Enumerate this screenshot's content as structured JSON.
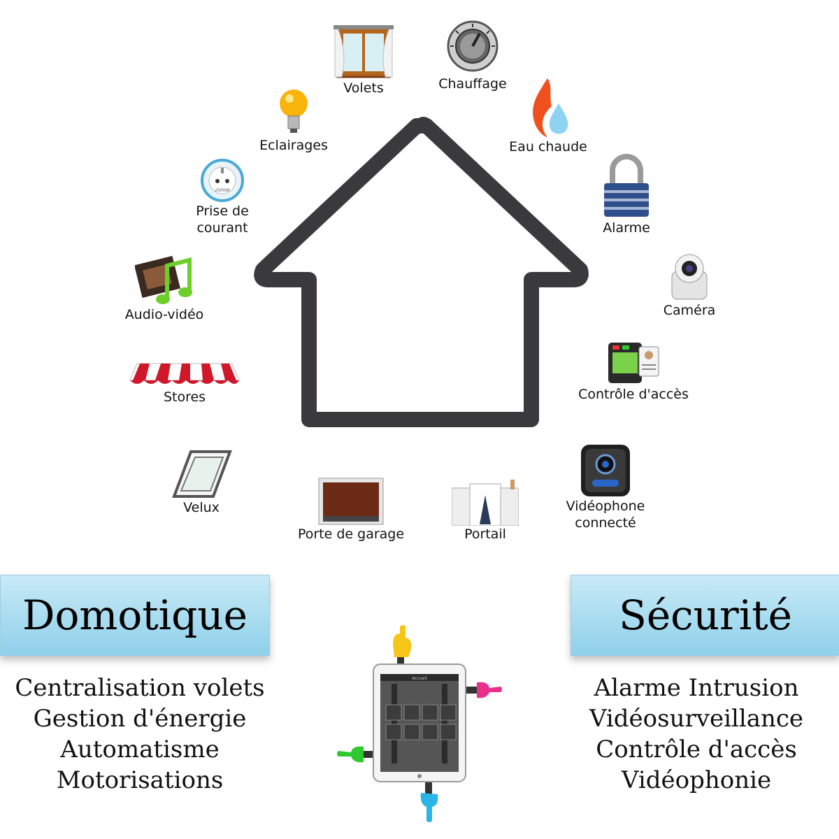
{
  "devices": {
    "volets": "Volets",
    "chauffage": "Chauffage",
    "eau_chaude": "Eau chaude",
    "eclairages": "Eclairages",
    "alarme": "Alarme",
    "prise": "Prise de\ncourant",
    "camera": "Caméra",
    "audio_video": "Audio-vidéo",
    "stores": "Stores",
    "controle_acces": "Contrôle d'accès",
    "velux": "Velux",
    "porte_garage": "Porte de garage",
    "portail": "Portail",
    "videophone": "Vidéophone\nconnecté"
  },
  "domotique": {
    "title": "Domotique",
    "items": [
      "Centralisation volets",
      "Gestion d'énergie",
      "Automatisme",
      "Motorisations"
    ]
  },
  "securite": {
    "title": "Sécurité",
    "items": [
      "Alarme Intrusion",
      "Vidéosurveillance",
      "Contrôle d'accès",
      "Vidéophonie"
    ]
  },
  "tablet": {
    "header": "Accueil",
    "socket_rating": "2500W"
  },
  "colors": {
    "house_stroke": "#3a3a3c",
    "panel_light": "#c8eaf6",
    "panel_dark": "#8fd0ea",
    "hand_yellow": "#f5c518",
    "hand_pink": "#e8308a",
    "hand_green": "#2ec92e",
    "hand_cyan": "#2bb5e6"
  },
  "icons": [
    "window-curtain-icon",
    "thermostat-dial-icon",
    "flame-drop-icon",
    "light-bulb-icon",
    "padlock-icon",
    "power-socket-icon",
    "security-camera-icon",
    "film-music-icon",
    "awning-icon",
    "access-control-icon",
    "skylight-icon",
    "garage-door-icon",
    "gate-icon",
    "video-doorphone-icon",
    "tablet-icon"
  ]
}
